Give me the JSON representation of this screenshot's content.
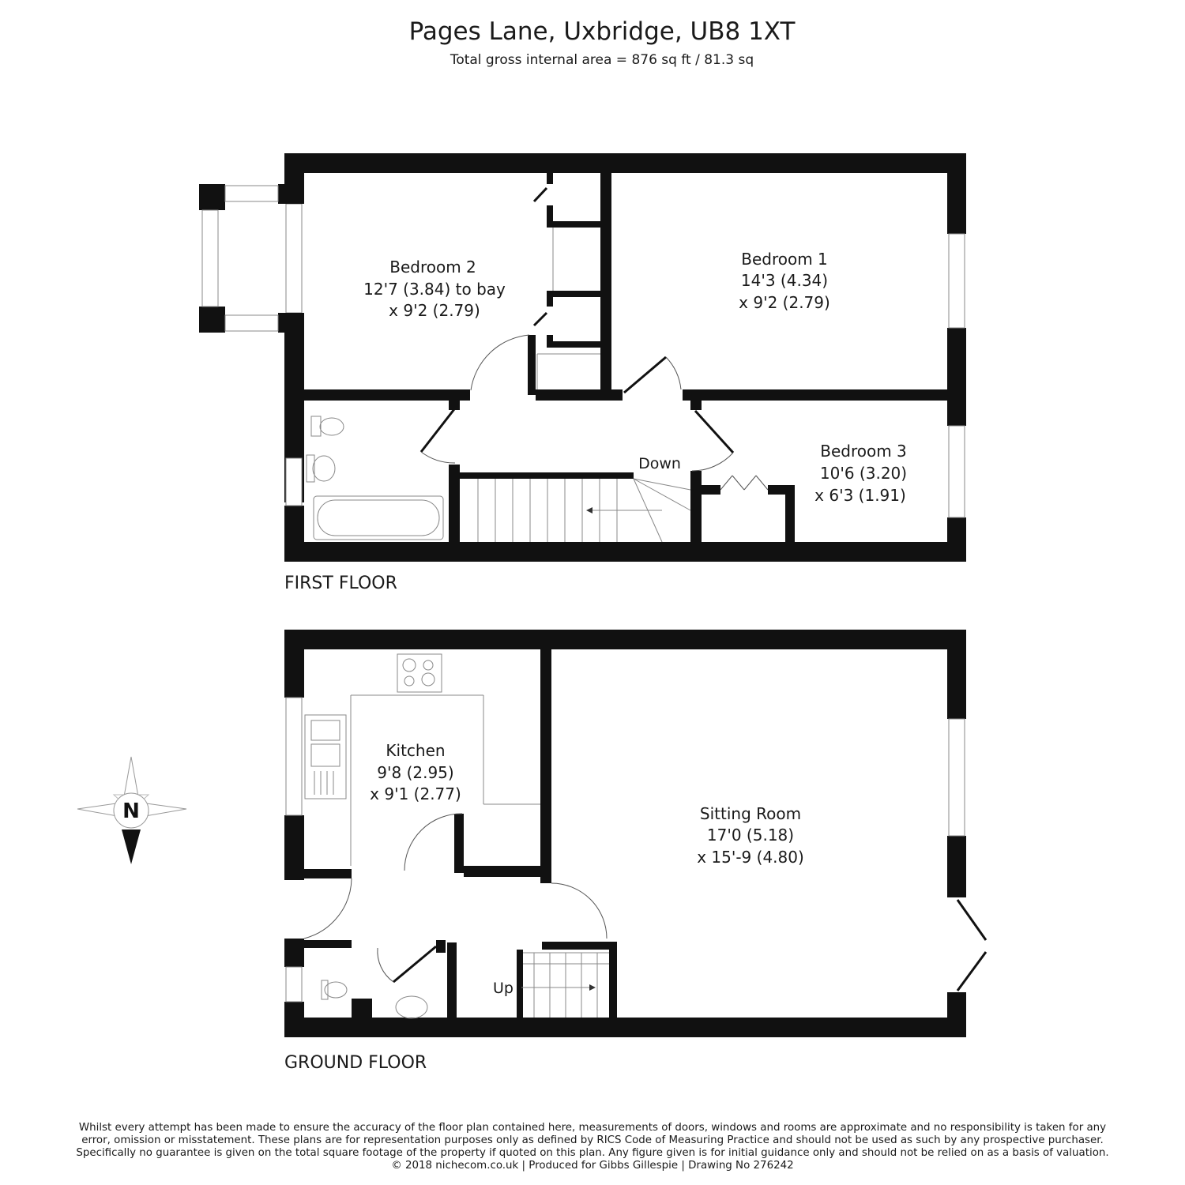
{
  "header": {
    "title": "Pages Lane, Uxbridge, UB8 1XT",
    "area": "Total gross internal area =  876 sq ft / 81.3 sq"
  },
  "first_floor": {
    "label": "FIRST FLOOR",
    "rooms": [
      {
        "name": "Bedroom 2",
        "dim1": "12'7 (3.84) to bay",
        "dim2": "x 9'2 (2.79)"
      },
      {
        "name": "Bedroom 1",
        "dim1": "14'3 (4.34)",
        "dim2": "x 9'2 (2.79)"
      },
      {
        "name": "Bedroom 3",
        "dim1": "10'6 (3.20)",
        "dim2": "x 6'3 (1.91)"
      }
    ],
    "stairs_label": "Down"
  },
  "ground_floor": {
    "label": "GROUND FLOOR",
    "rooms": [
      {
        "name": "Kitchen",
        "dim1": "9'8 (2.95)",
        "dim2": "x 9'1 (2.77)"
      },
      {
        "name": "Sitting Room",
        "dim1": "17'0 (5.18)",
        "dim2": "x 15'-9 (4.80)"
      }
    ],
    "stairs_label": "Up"
  },
  "compass": {
    "letter": "N",
    "icon": "compass-icon"
  },
  "footer": {
    "line1": "Whilst every attempt has been made to ensure the accuracy of the floor plan contained here, measurements of doors, windows and rooms are approximate and no responsibility is taken for any",
    "line2": "error, omission or misstatement. These plans are for representation purposes only as defined by RICS Code of Measuring Practice and should not be used as such by any prospective purchaser.",
    "line3": "Specifically no guarantee is given on the total square footage of the property if quoted on this plan. Any figure given is for initial guidance only and should not be relied on as a basis of valuation.",
    "line4": "© 2018 nichecom.co.uk  |  Produced for Gibbs Gillespie  |  Drawing No 276242"
  }
}
